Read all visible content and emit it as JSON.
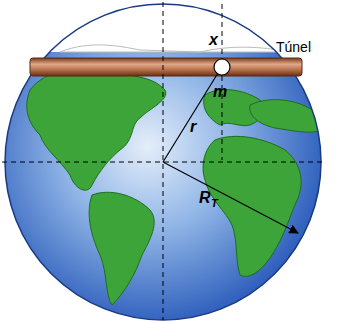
{
  "diagram": {
    "labels": [
      "x",
      "Túnel",
      "m",
      "r",
      "R",
      "T"
    ]
  }
}
